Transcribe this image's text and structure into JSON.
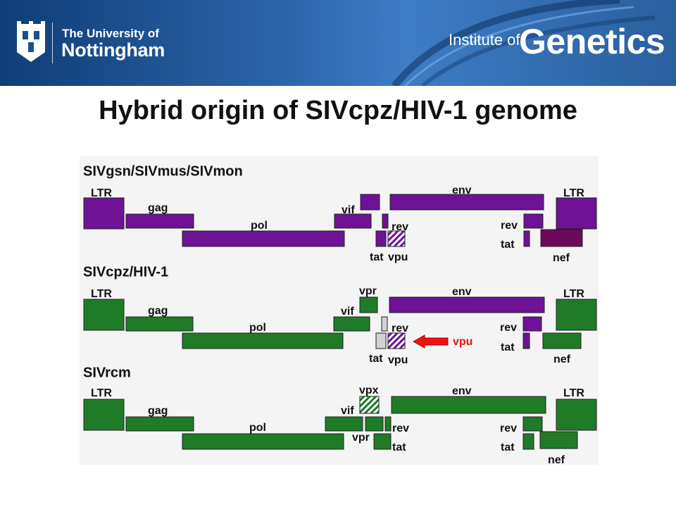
{
  "header": {
    "university_line1": "The University of",
    "university_line2": "Nottingham",
    "institute_prefix": "Institute of",
    "institute_name": "Genetics"
  },
  "slide": {
    "title": "Hybrid origin of SIVcpz/HIV-1 genome"
  },
  "colors": {
    "purple": "#6e1296",
    "purple_dark": "#6b0a5a",
    "green": "#1f7b28",
    "grey": "#d2d2d2",
    "arrow_red": "#ee1111"
  },
  "diagram": {
    "genomes": [
      {
        "name": "SIVgsn/SIVmus/SIVmon",
        "genes": [
          {
            "label": "LTR",
            "shape": "solid",
            "color": "purple"
          },
          {
            "label": "gag",
            "shape": "solid",
            "color": "purple"
          },
          {
            "label": "pol",
            "shape": "solid",
            "color": "purple"
          },
          {
            "label": "vif",
            "shape": "solid",
            "color": "purple"
          },
          {
            "label": "rev",
            "shape": "solid",
            "color": "purple"
          },
          {
            "label": "tat",
            "shape": "solid",
            "color": "purple"
          },
          {
            "label": "vpu",
            "shape": "hatched",
            "color": "purple"
          },
          {
            "label": "env",
            "shape": "solid",
            "color": "purple"
          },
          {
            "label": "rev",
            "shape": "solid",
            "color": "purple"
          },
          {
            "label": "tat",
            "shape": "solid",
            "color": "purple"
          },
          {
            "label": "nef",
            "shape": "solid",
            "color": "purple_dark"
          },
          {
            "label": "LTR",
            "shape": "solid",
            "color": "purple"
          }
        ]
      },
      {
        "name": "SIVcpz/HIV-1",
        "genes": [
          {
            "label": "LTR",
            "shape": "solid",
            "color": "green"
          },
          {
            "label": "gag",
            "shape": "solid",
            "color": "green"
          },
          {
            "label": "pol",
            "shape": "solid",
            "color": "green"
          },
          {
            "label": "vif",
            "shape": "solid",
            "color": "green"
          },
          {
            "label": "vpr",
            "shape": "solid",
            "color": "green"
          },
          {
            "label": "rev",
            "shape": "solid",
            "color": "grey"
          },
          {
            "label": "tat",
            "shape": "solid",
            "color": "grey"
          },
          {
            "label": "vpu",
            "shape": "hatched",
            "color": "purple"
          },
          {
            "label": "env",
            "shape": "solid",
            "color": "purple"
          },
          {
            "label": "rev",
            "shape": "solid",
            "color": "purple"
          },
          {
            "label": "tat",
            "shape": "solid",
            "color": "purple"
          },
          {
            "label": "nef",
            "shape": "solid",
            "color": "green"
          },
          {
            "label": "LTR",
            "shape": "solid",
            "color": "green"
          }
        ],
        "callout": {
          "label": "vpu",
          "color": "arrow_red"
        }
      },
      {
        "name": "SIVrcm",
        "genes": [
          {
            "label": "LTR",
            "shape": "solid",
            "color": "green"
          },
          {
            "label": "gag",
            "shape": "solid",
            "color": "green"
          },
          {
            "label": "pol",
            "shape": "solid",
            "color": "green"
          },
          {
            "label": "vif",
            "shape": "solid",
            "color": "green"
          },
          {
            "label": "vpx",
            "shape": "hatched",
            "color": "green"
          },
          {
            "label": "vpr",
            "shape": "solid",
            "color": "green"
          },
          {
            "label": "rev",
            "shape": "solid",
            "color": "green"
          },
          {
            "label": "tat",
            "shape": "solid",
            "color": "green"
          },
          {
            "label": "env",
            "shape": "solid",
            "color": "green"
          },
          {
            "label": "rev",
            "shape": "solid",
            "color": "green"
          },
          {
            "label": "tat",
            "shape": "solid",
            "color": "green"
          },
          {
            "label": "nef",
            "shape": "solid",
            "color": "green"
          },
          {
            "label": "LTR",
            "shape": "solid",
            "color": "green"
          }
        ]
      }
    ]
  }
}
